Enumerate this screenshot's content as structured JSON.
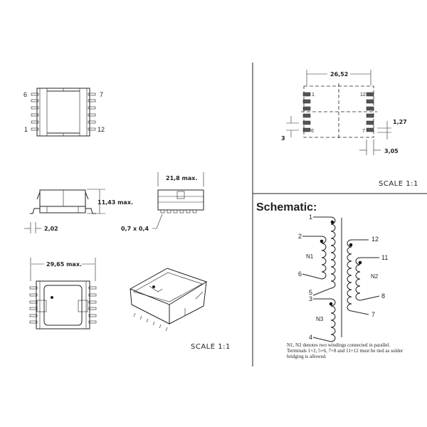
{
  "top_view": {
    "pin_labels": [
      "6",
      "7",
      "1",
      "12"
    ]
  },
  "side_view": {
    "height_dim": "11,43 max.",
    "lead_dim": "2,02"
  },
  "end_view": {
    "width_dim": "21,8 max.",
    "lead_size": "0,7 x 0,4"
  },
  "bottom_view": {
    "length_dim": "29,65 max."
  },
  "left_scale": "SCALE 1:1",
  "pad_layout": {
    "span_dim": "26,52",
    "pitch_dim": "1,27",
    "pad_len_dim": "3",
    "pad_width_dim": "3,05",
    "pin_labels": [
      "1",
      "12",
      "6",
      "7"
    ],
    "scale": "SCALE 1:1"
  },
  "schematic": {
    "title": "Schematic:",
    "terminals": [
      "1",
      "2",
      "6",
      "5",
      "3",
      "4",
      "12",
      "11",
      "8",
      "7"
    ],
    "windings": [
      "N1",
      "N2",
      "N3"
    ],
    "notes": [
      "N1, N2 denotes two windings connected in parallel.",
      "Terminals 1+2, 5+6, 7+8 and 11+12 must be tied as solder",
      "bridging is allowed."
    ]
  }
}
